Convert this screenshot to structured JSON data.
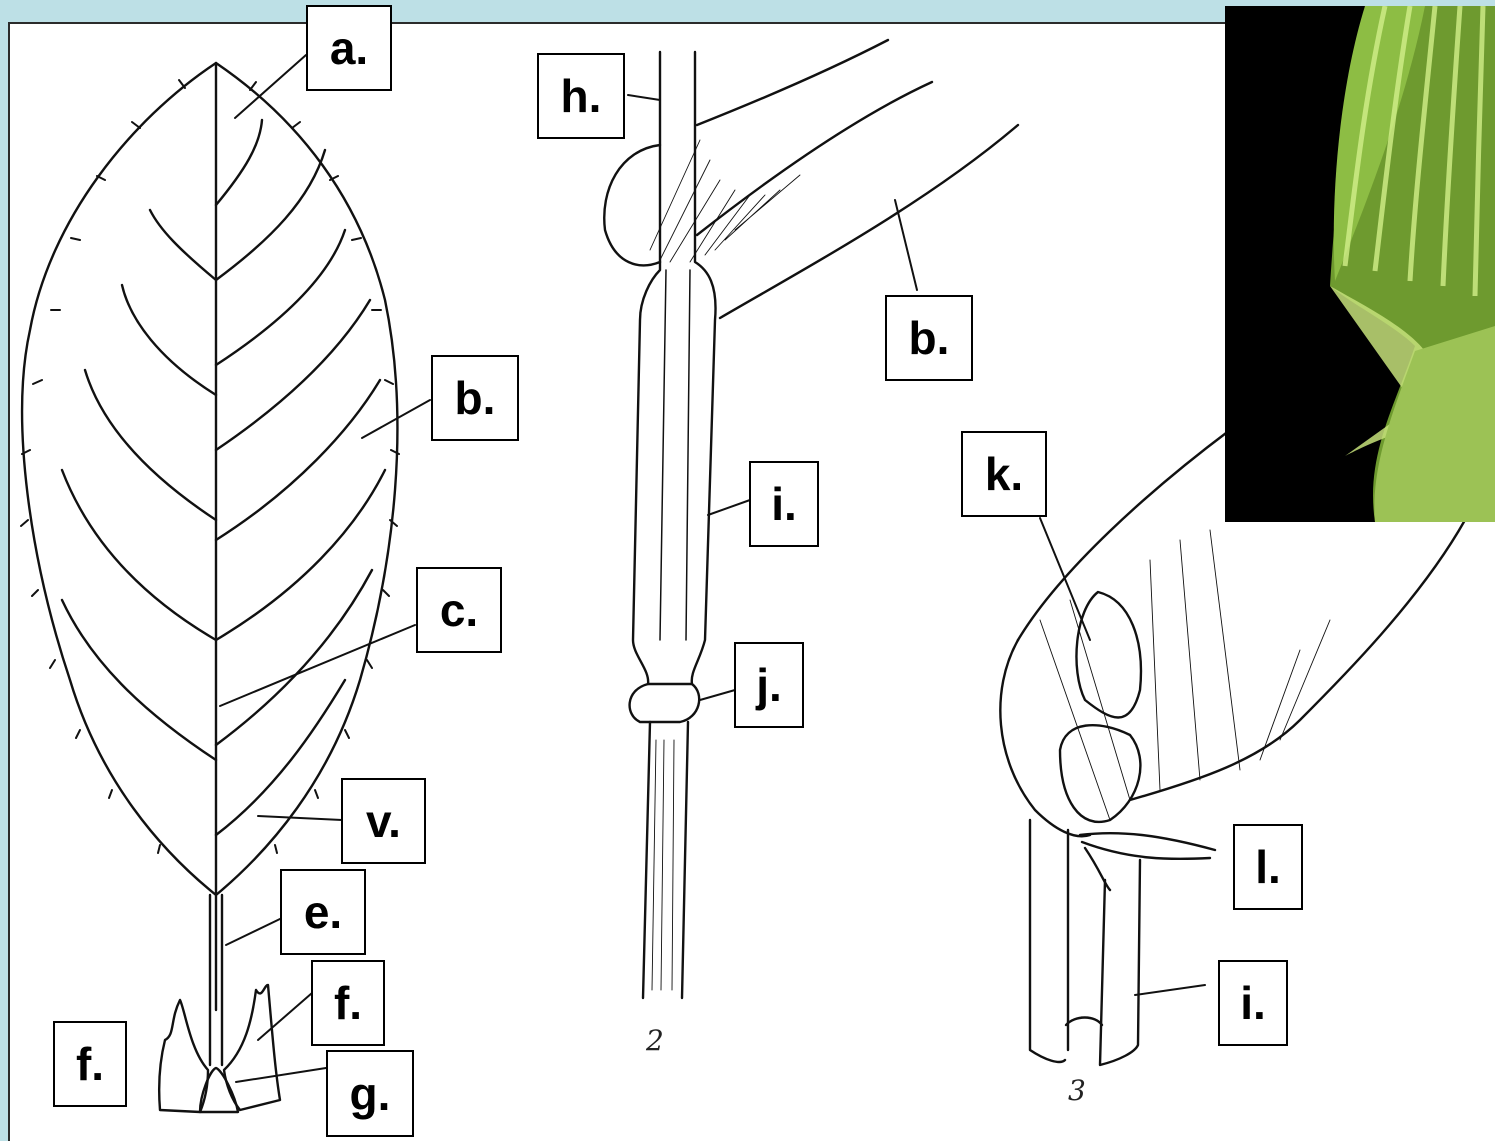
{
  "labels": {
    "a": "a.",
    "b_leaf": "b.",
    "c": "c.",
    "v": "v.",
    "e": "e.",
    "f_right": "f.",
    "f_left": "f.",
    "g": "g.",
    "h": "h.",
    "b_grass": "b.",
    "i_stem": "i.",
    "j": "j.",
    "k": "k.",
    "l": "l.",
    "i_sheath": "i."
  },
  "figure_numbers": {
    "fig2": "2",
    "fig3": "3"
  },
  "colors": {
    "background": "#bde0e6",
    "label_border": "#000000",
    "photo_bg": "#000000",
    "photo_green": "#7fae3a"
  }
}
